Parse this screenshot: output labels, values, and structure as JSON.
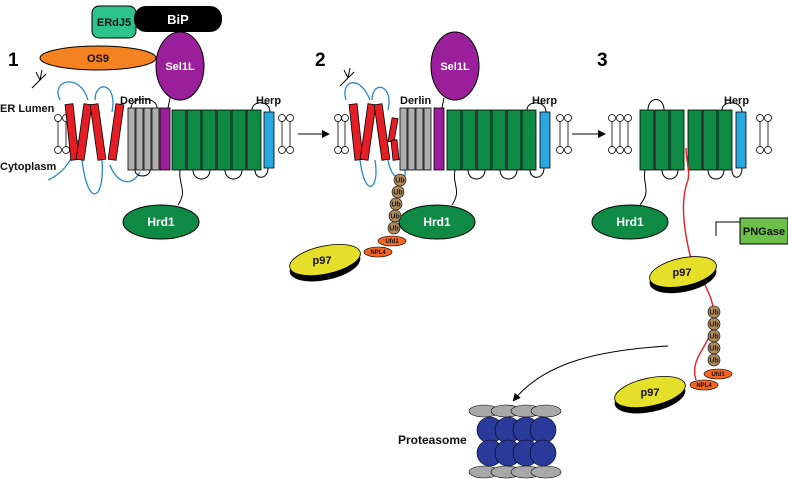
{
  "steps": {
    "one": "1",
    "two": "2",
    "three": "3"
  },
  "labels": {
    "erdj5": "ERdJ5",
    "bip": "BiP",
    "os9": "OS9",
    "sel1l": "Sel1L",
    "er_lumen": "ER Lumen",
    "derlin": "Derlin",
    "herp": "Herp",
    "cytoplasm": "Cytoplasm",
    "hrd1": "Hrd1",
    "ub": "Ub",
    "ufd1": "Ufd1",
    "npl4": "NPL4",
    "p97": "p97",
    "pngase": "PNGase",
    "proteasome": "Proteasome"
  },
  "colors": {
    "erdj5": "#2ec38a",
    "bip": "#000000",
    "os9": "#f58220",
    "sel1l": "#9b1f9a",
    "derlin_rect": "#b0b0b0",
    "hrd1": "#0f8a45",
    "herp": "#29a8df",
    "substrate": "#e31e24",
    "substrate_loop": "#2a88c8",
    "ub": "#b08a5a",
    "ufd1": "#f26522",
    "p97": "#e5df2a",
    "pngase": "#6cc04a",
    "proteasome_core": "#2a3a9a",
    "proteasome_cap": "#a8a8a8"
  }
}
